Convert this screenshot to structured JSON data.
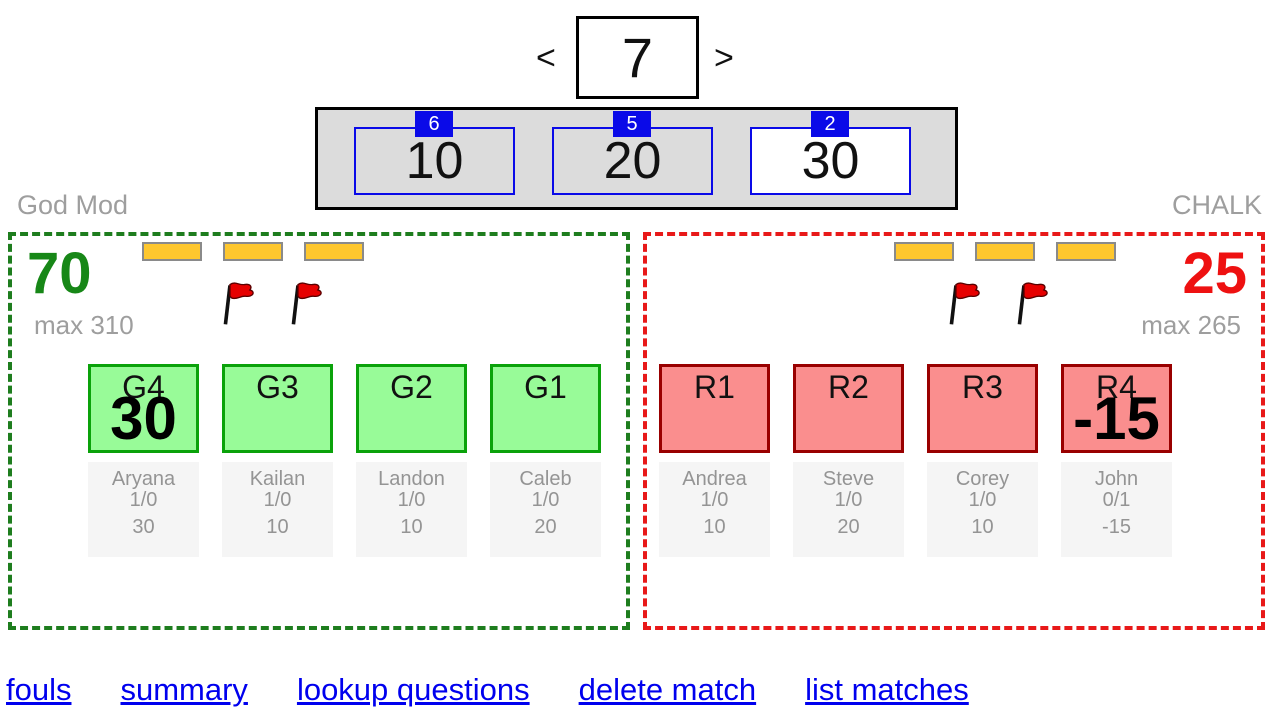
{
  "nav": {
    "prev": "<",
    "next": ">",
    "question": "7"
  },
  "points": {
    "options": [
      {
        "label": "10",
        "badge": "6",
        "selected": false
      },
      {
        "label": "20",
        "badge": "5",
        "selected": false
      },
      {
        "label": "30",
        "badge": "2",
        "selected": true
      }
    ]
  },
  "left_team": {
    "label": "God Mod",
    "score": "70",
    "max": "max 310",
    "timeouts": 3,
    "fouls": 2,
    "players": [
      {
        "seat": "G4",
        "overlay": "30",
        "name": "Aryana",
        "record": "1/0",
        "points": "30"
      },
      {
        "seat": "G3",
        "overlay": "",
        "name": "Kailan",
        "record": "1/0",
        "points": "10"
      },
      {
        "seat": "G2",
        "overlay": "",
        "name": "Landon",
        "record": "1/0",
        "points": "10"
      },
      {
        "seat": "G1",
        "overlay": "",
        "name": "Caleb",
        "record": "1/0",
        "points": "20"
      }
    ]
  },
  "right_team": {
    "label": "CHALK",
    "score": "25",
    "max": "max 265",
    "timeouts": 3,
    "fouls": 2,
    "players": [
      {
        "seat": "R1",
        "overlay": "",
        "name": "Andrea",
        "record": "1/0",
        "points": "10"
      },
      {
        "seat": "R2",
        "overlay": "",
        "name": "Steve",
        "record": "1/0",
        "points": "20"
      },
      {
        "seat": "R3",
        "overlay": "",
        "name": "Corey",
        "record": "1/0",
        "points": "10"
      },
      {
        "seat": "R4",
        "overlay": "-15",
        "name": "John",
        "record": "0/1",
        "points": "-15"
      }
    ]
  },
  "links": [
    "fouls",
    "summary",
    "lookup questions",
    "delete match",
    "list matches"
  ],
  "colors": {
    "accent_blue": "#0a0ae8",
    "link_blue": "#0000ee",
    "score_green": "#178717",
    "score_red": "#ee1111",
    "panel_green_border": "#1e7d1e",
    "panel_red_border": "#e81919",
    "card_green_bg": "#98fb98",
    "card_green_border": "#0aa20a",
    "card_red_bg": "#fa8e8e",
    "card_red_border": "#990000",
    "timeout_yellow": "#fec72e",
    "muted_gray": "#9e9e9e",
    "panel_gray": "#dcdcdc"
  }
}
